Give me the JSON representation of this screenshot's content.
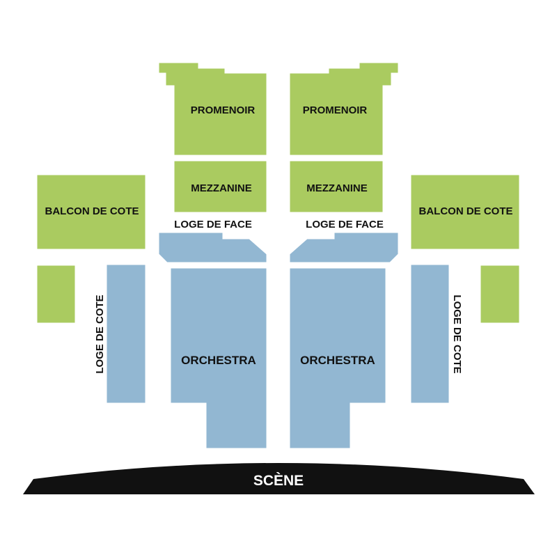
{
  "sections": {
    "promenoir_left": "PROMENOIR",
    "promenoir_right": "PROMENOIR",
    "mezzanine_left": "MEZZANINE",
    "mezzanine_right": "MEZZANINE",
    "balcon_left": "BALCON DE COTE",
    "balcon_right": "BALCON DE COTE",
    "loge_face_left": "LOGE DE FACE",
    "loge_face_right": "LOGE DE FACE",
    "loge_cote_left": "LOGE DE COTE",
    "loge_cote_right": "LOGE DE COTE",
    "orchestra_left": "ORCHESTRA",
    "orchestra_right": "ORCHESTRA"
  },
  "stage": "SCÈNE",
  "colors": {
    "upper_level": "#aacb60",
    "lower_level": "#92b7d2",
    "stage": "#111111"
  }
}
